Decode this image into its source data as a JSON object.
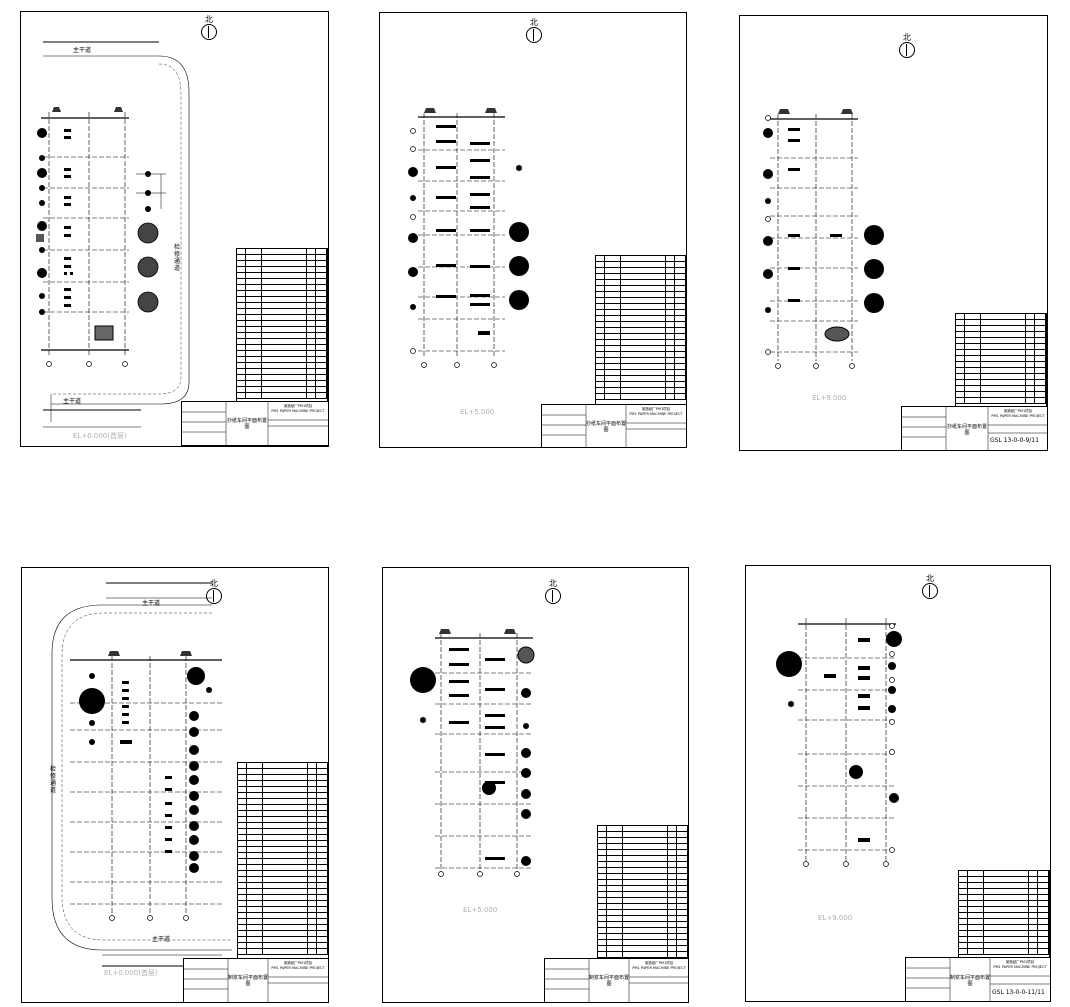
{
  "sheets": [
    {
      "id": "s1",
      "north_label": "北",
      "elevation": "EL+0.000(首层)",
      "roads": [
        "主干道",
        "主干道"
      ],
      "side_road": "检修通道",
      "title_name": "抄纸车间平面布置图",
      "project_line1": "某造纸厂PM1项目",
      "project_line2": "PM1 PAPER MACHINE PROJECT",
      "project_line3": "",
      "drawing_no": "",
      "legend_rows": 31
    },
    {
      "id": "s2",
      "north_label": "北",
      "elevation": "EL+5.000",
      "title_name": "抄纸车间平面布置图",
      "project_line1": "某造纸厂PM1项目",
      "project_line2": "PM1 PAPER MACHINE PROJECT",
      "project_line3": "",
      "drawing_no": "",
      "legend_rows": 25
    },
    {
      "id": "s3",
      "north_label": "北",
      "elevation": "EL+9.000",
      "title_name": "抄纸车间平面布置图",
      "project_line1": "某造纸厂PM1项目",
      "project_line2": "PM1 PAPER MACHINE PROJECT",
      "project_line3": "",
      "drawing_no": "GSL 13-0-0-9/11",
      "legend_rows": 15
    },
    {
      "id": "s4",
      "north_label": "北",
      "elevation": "EL+0.000(首层)",
      "roads": [
        "主干道",
        "主干道"
      ],
      "side_road": "检修通道",
      "title_name": "制浆车间平面布置图",
      "project_line1": "某造纸厂PM1项目",
      "project_line2": "PM1 PAPER MACHINE PROJECT",
      "project_line3": "",
      "drawing_no": "",
      "legend_rows": 33
    },
    {
      "id": "s5",
      "north_label": "北",
      "elevation": "EL+5.000",
      "title_name": "制浆车间平面布置图",
      "project_line1": "某造纸厂PM1项目",
      "project_line2": "PM1 PAPER MACHINE PROJECT",
      "project_line3": "",
      "drawing_no": "",
      "legend_rows": 22
    },
    {
      "id": "s6",
      "north_label": "北",
      "elevation": "EL+9.000",
      "title_name": "制浆车间平面布置图",
      "project_line1": "某造纸厂PM1项目",
      "project_line2": "PM1 PAPER MACHINE PROJECT",
      "project_line3": "",
      "drawing_no": "GSL 13-0-0-11/11",
      "legend_rows": 14
    }
  ]
}
